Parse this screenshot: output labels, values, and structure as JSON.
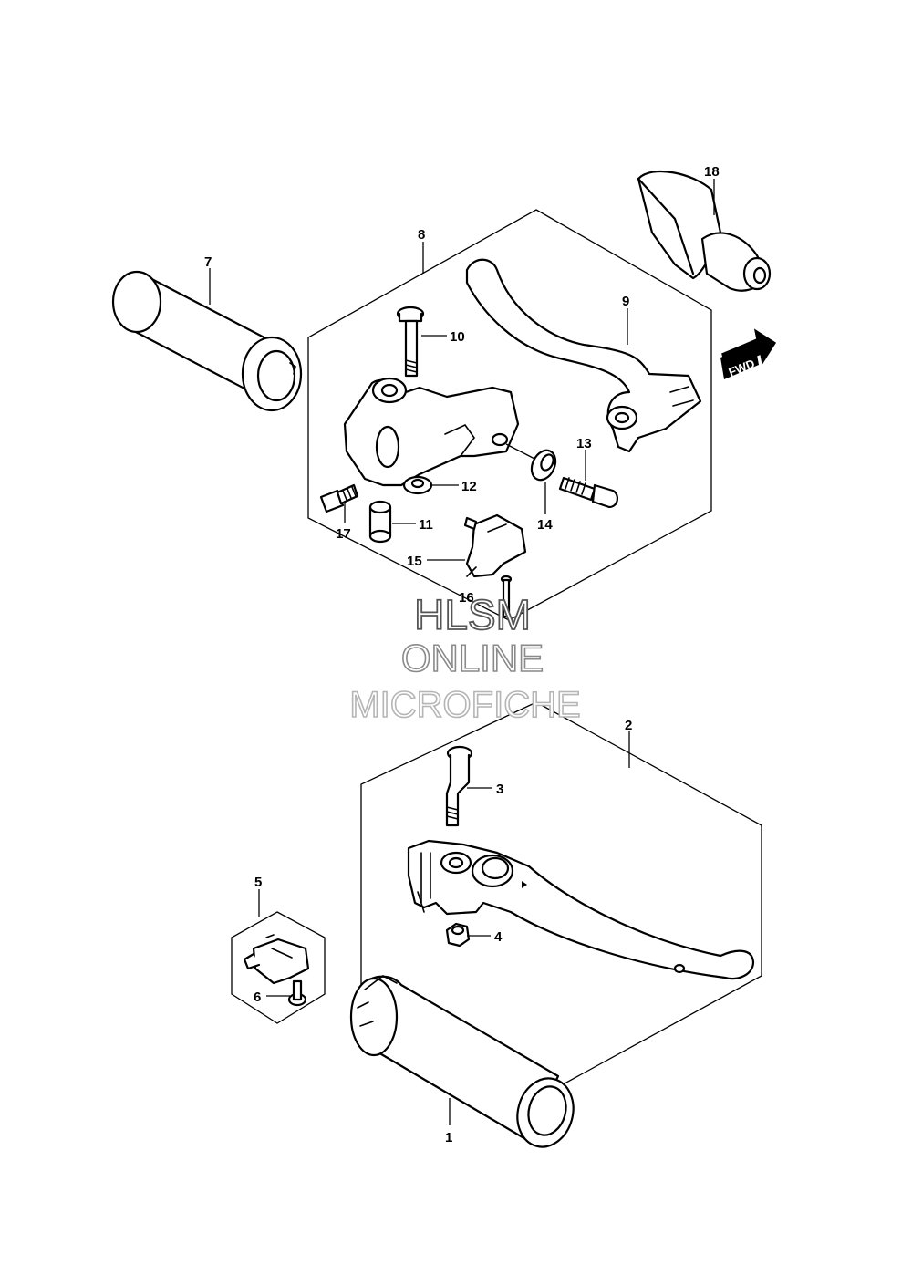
{
  "diagram": {
    "callouts": {
      "c1": "1",
      "c2": "2",
      "c3": "3",
      "c4": "4",
      "c5": "5",
      "c6": "6",
      "c7": "7",
      "c8": "8",
      "c9": "9",
      "c10": "10",
      "c11": "11",
      "c12": "12",
      "c13": "13",
      "c14": "14",
      "c15": "15",
      "c16": "16",
      "c17": "17",
      "c18": "18"
    },
    "direction_label": "FWD"
  },
  "watermark": {
    "line1": "HLSM",
    "line2": "ONLINE",
    "line3": "MICROFICHE"
  }
}
